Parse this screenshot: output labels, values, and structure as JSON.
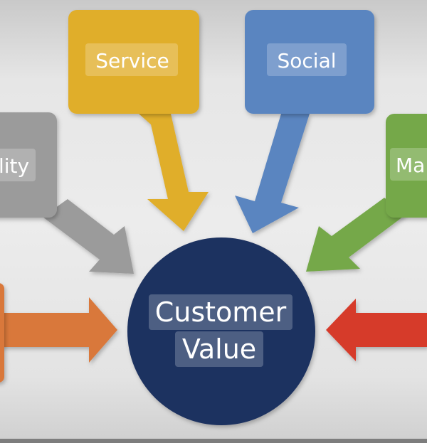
{
  "diagram": {
    "center": {
      "line1": "Customer",
      "line2": "Value",
      "color": "#1f3160"
    },
    "factors": [
      {
        "id": "service",
        "label": "Service",
        "color": "#e0ae2b"
      },
      {
        "id": "social",
        "label": "Social",
        "color": "#5a85c0"
      },
      {
        "id": "quality",
        "label": "lity",
        "color": "#9b9b9b"
      },
      {
        "id": "marketing",
        "label": "Ma",
        "color": "#74a84a"
      },
      {
        "id": "left",
        "label": "",
        "color": "#d9783a"
      },
      {
        "id": "right",
        "label": "",
        "color": "#d63a2c"
      }
    ]
  }
}
